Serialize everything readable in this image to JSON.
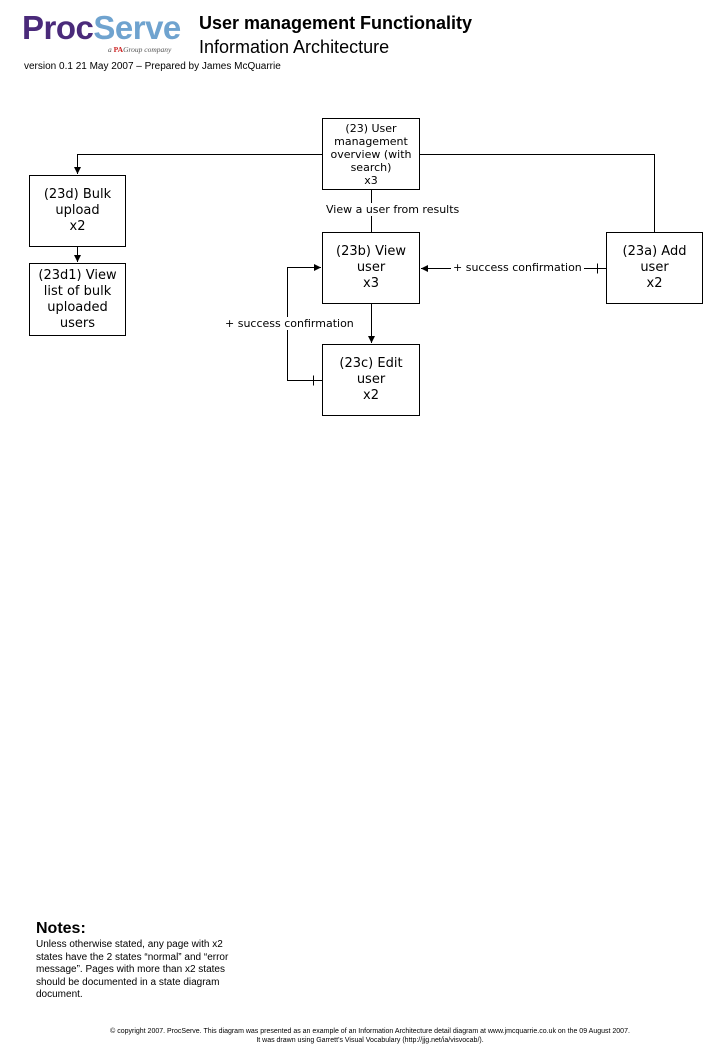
{
  "header": {
    "logo_text_1": "Proc",
    "logo_text_2": "Serve",
    "logo_tagline_pre": "a ",
    "logo_tagline_pa": "PA",
    "logo_tagline_post": "Group company",
    "title": "User management Functionality",
    "subtitle": "Information Architecture",
    "version": "version 0.1 21 May 2007 – Prepared by James McQuarrie"
  },
  "nodes": {
    "overview": "(23) User\nmanagement\noverview (with\nsearch)\nx3",
    "bulk_upload": "(23d) Bulk\nupload\nx2",
    "bulk_list": "(23d1) View\nlist of bulk\nuploaded\nusers",
    "view_user": "(23b) View\nuser\nx3",
    "add_user": "(23a) Add\nuser\nx2",
    "edit_user": "(23c) Edit\nuser\nx2"
  },
  "edges": {
    "view_from_results": "View a user from results",
    "add_success": "+ success confirmation",
    "edit_success": "+ success confirmation"
  },
  "notes": {
    "title": "Notes:",
    "body": "Unless otherwise stated, any page with x2 states have the 2 states “normal” and “error message”. Pages with more than x2 states should be documented in a state diagram document."
  },
  "footer": {
    "line1": "© copyright 2007. ProcServe. This diagram was presented as an example of an Information Architecture detail diagram at www.jmcquarrie.co.uk on the 09 August 2007.",
    "line2": "It was drawn using Garrett’s Visual Vocabulary (http://jjg.net/ia/visvocab/)."
  }
}
